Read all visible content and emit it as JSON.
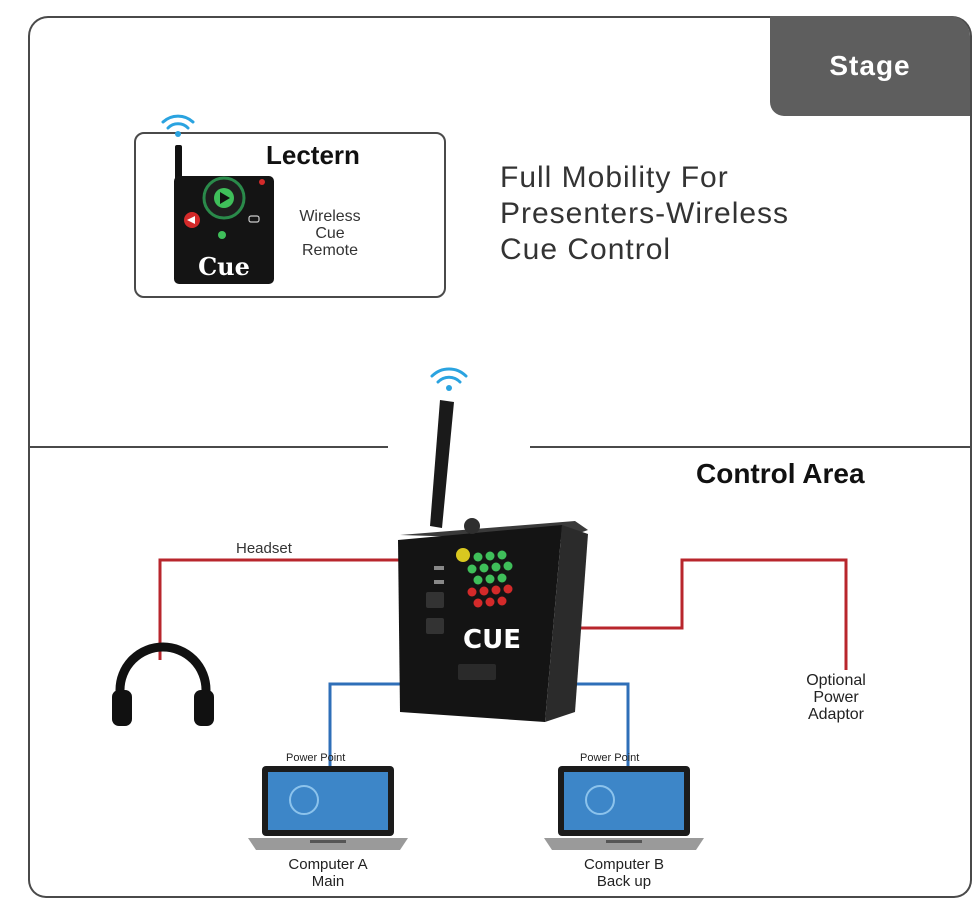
{
  "stage": {
    "label": "Stage"
  },
  "lectern": {
    "title": "Lectern",
    "remote_label": [
      "Wireless",
      "Cue",
      "Remote"
    ],
    "remote_brand": "Cue"
  },
  "headline": [
    "Full Mobility For",
    "Presenters-Wireless",
    "Cue Control"
  ],
  "control_area": {
    "title": "Control Area"
  },
  "device": {
    "brand": "CUE"
  },
  "headset": {
    "label": "Headset"
  },
  "power_adaptor": {
    "label": [
      "Optional",
      "Power",
      "Adaptor"
    ]
  },
  "computers": [
    {
      "app": "Power Point",
      "caption": [
        "Computer A",
        "Main"
      ]
    },
    {
      "app": "Power Point",
      "caption": [
        "Computer B",
        "Back up"
      ]
    }
  ],
  "colors": {
    "frame": "#4a4a4a",
    "stage_tab": "#5e5e5e",
    "audio_cable": "#b8262c",
    "data_cable": "#2f6fb8",
    "wifi": "#2aa3e0"
  }
}
